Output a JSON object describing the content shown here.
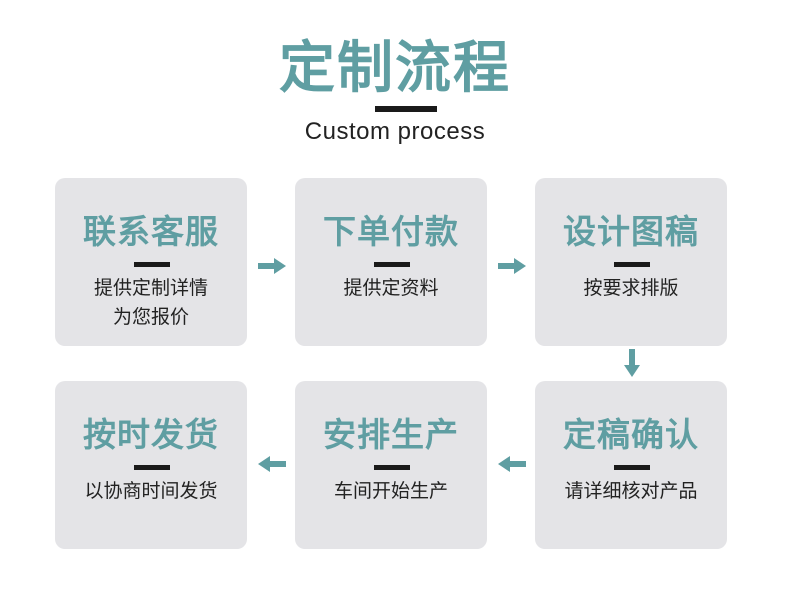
{
  "colors": {
    "accent": "#5f9ea2",
    "card_bg": "#e4e4e7",
    "bar": "#1a1a1a"
  },
  "header": {
    "title": "定制流程",
    "subtitle": "Custom process"
  },
  "steps": [
    {
      "title": "联系客服",
      "desc_lines": [
        "提供定制详情",
        "为您报价"
      ]
    },
    {
      "title": "下单付款",
      "desc_lines": [
        "提供定资料"
      ]
    },
    {
      "title": "设计图稿",
      "desc_lines": [
        "按要求排版"
      ]
    },
    {
      "title": "定稿确认",
      "desc_lines": [
        "请详细核对产品"
      ]
    },
    {
      "title": "安排生产",
      "desc_lines": [
        "车间开始生产"
      ]
    },
    {
      "title": "按时发货",
      "desc_lines": [
        "以协商时间发货"
      ]
    }
  ],
  "arrows": [
    {
      "direction": "right",
      "icon": "arrow-right-icon"
    },
    {
      "direction": "right",
      "icon": "arrow-right-icon"
    },
    {
      "direction": "down",
      "icon": "arrow-down-icon"
    },
    {
      "direction": "left",
      "icon": "arrow-left-icon"
    },
    {
      "direction": "left",
      "icon": "arrow-left-icon"
    }
  ]
}
